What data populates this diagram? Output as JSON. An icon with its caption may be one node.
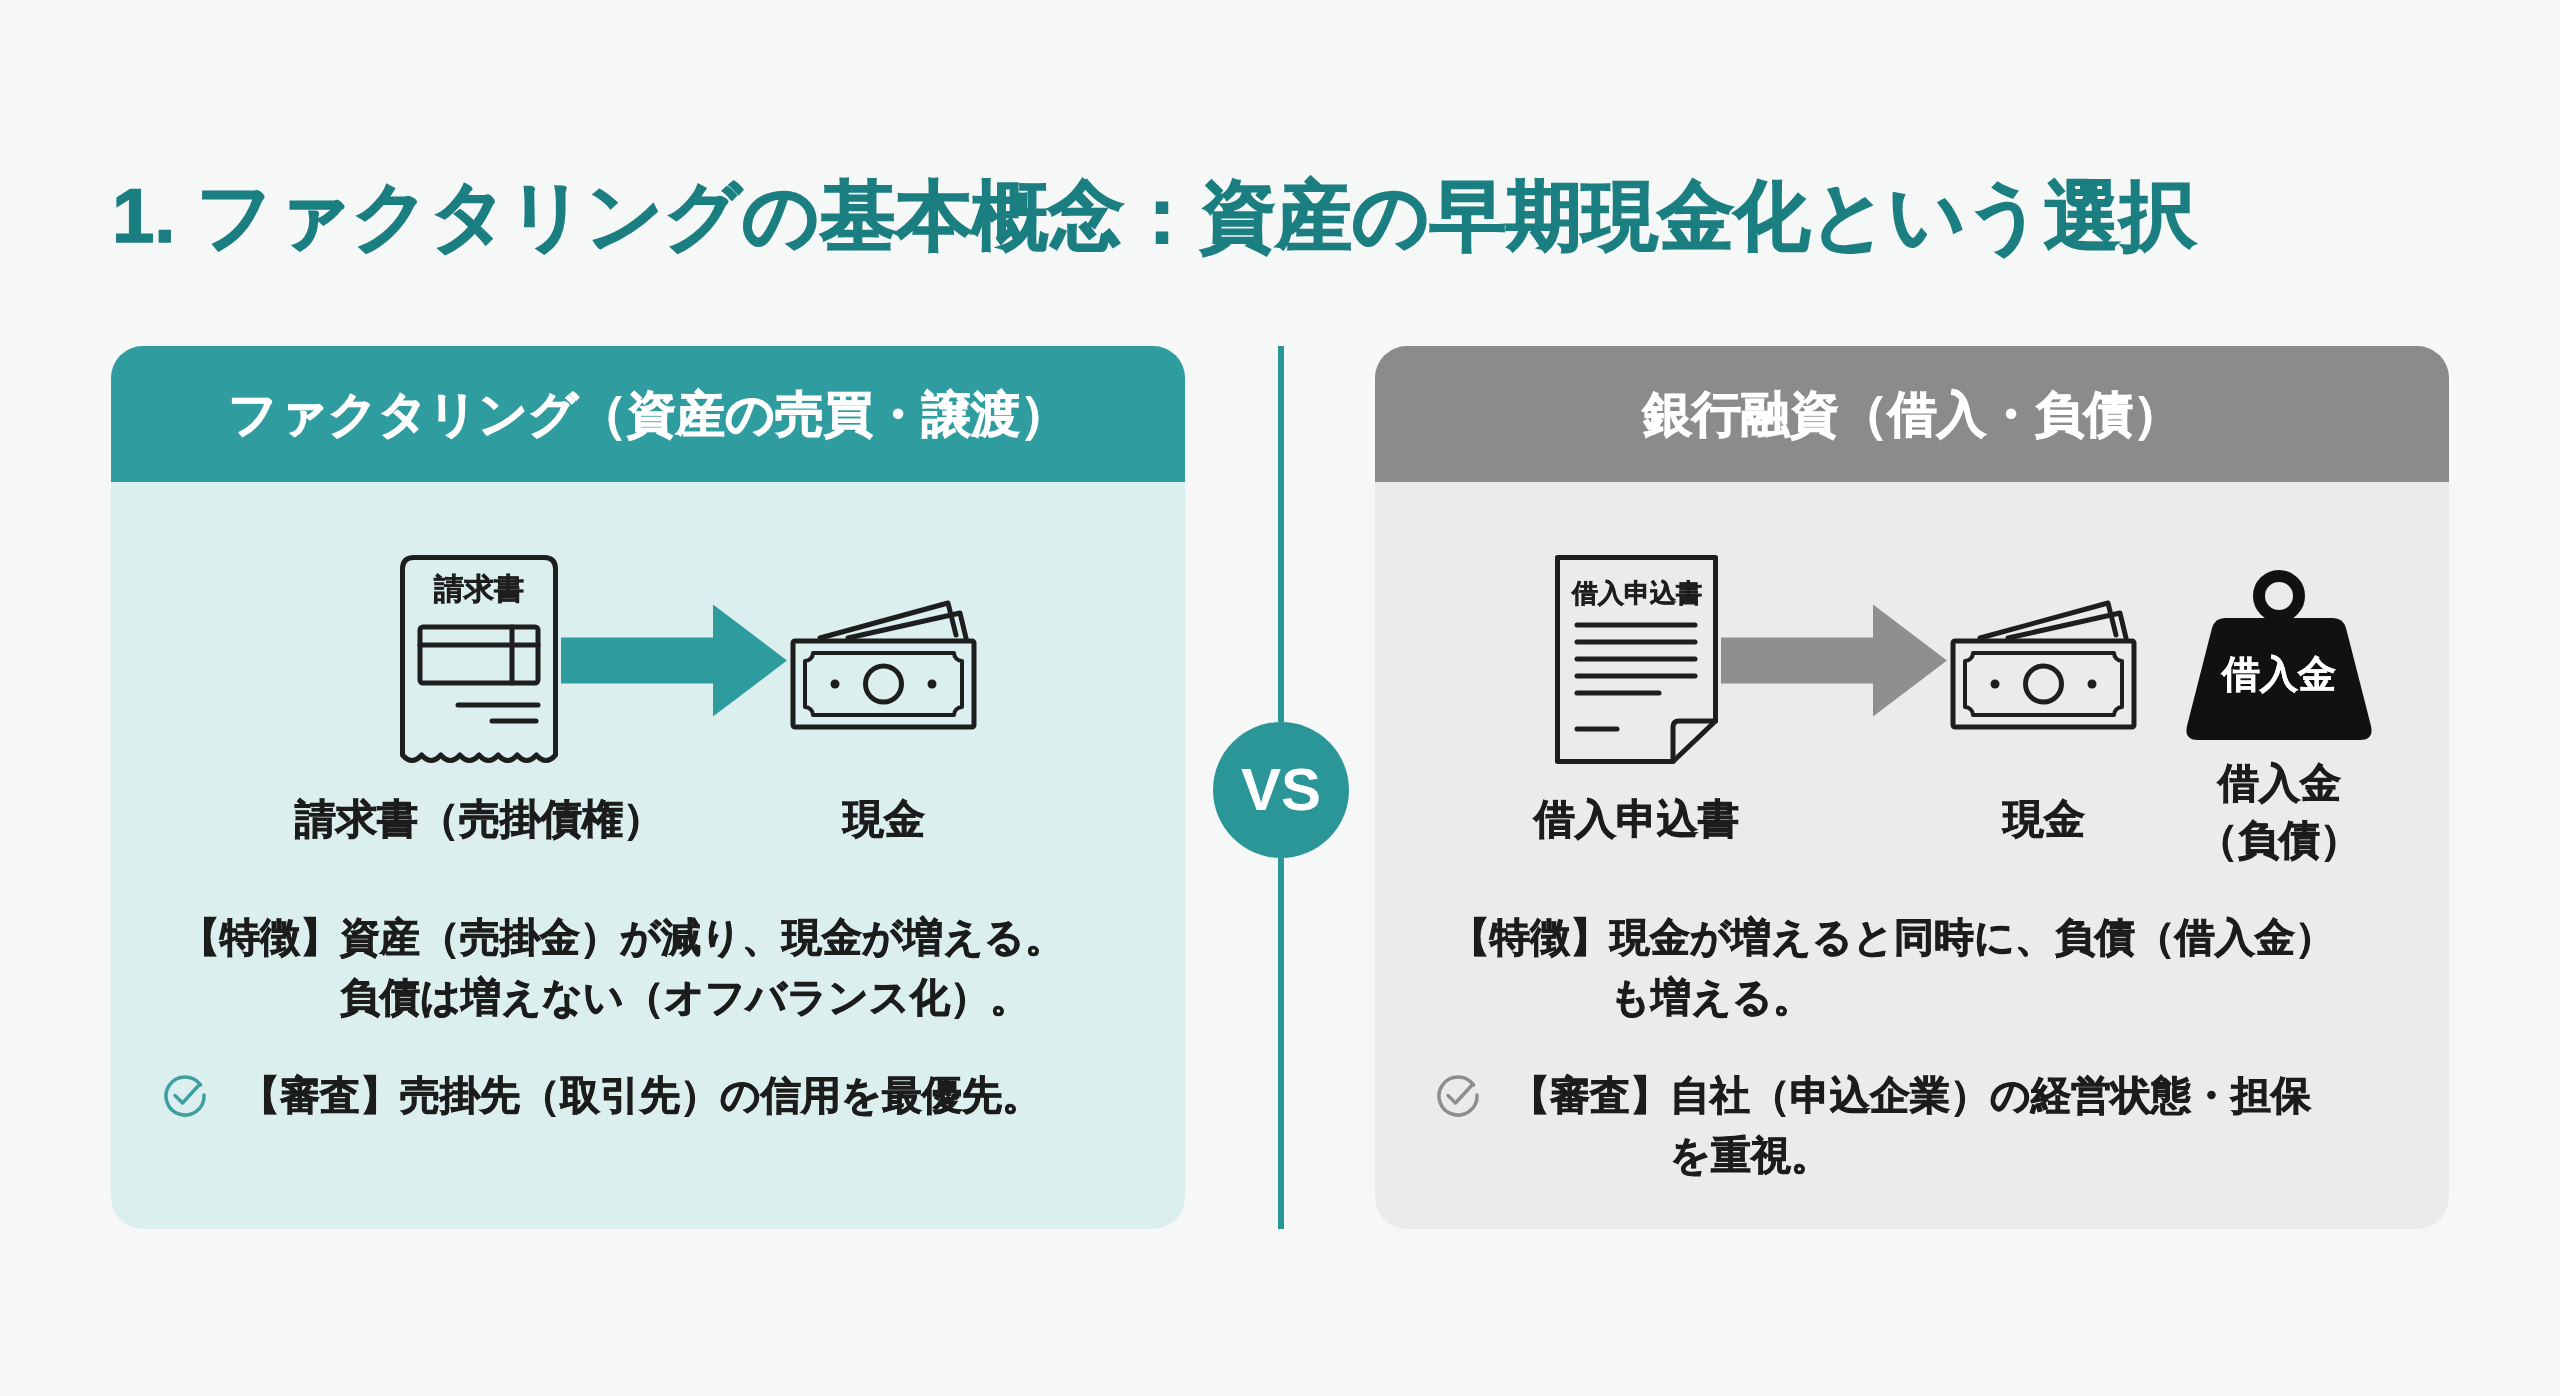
{
  "diagram": {
    "title": "1. ファクタリングの基本概念：資産の早期現金化という選択",
    "nodes": [
      {
        "text": [
          "ファクタリング（資産の売買・譲渡）",
          "【特徴】資産（売掛金）が減り、現金が増える。負債は増えない（オフバランス化）。",
          "【審査】売掛先（取引先）の信用を最優先。"
        ]
      },
      {
        "text": [
          "請求書"
        ],
        "beside": [
          "請求書（売掛債権）"
        ],
        "in": 0
      },
      {
        "text": [],
        "shape": "picture",
        "beside": [
          "現金"
        ],
        "in": 0
      },
      {
        "text": [
          "VS"
        ]
      },
      {
        "text": [
          "銀行融資（借入・負債）",
          "【特徴】現金が増えると同時に、負債（借入金）も増える。",
          "【審査】自社（申込企業）の経営状態・担保を重視。"
        ]
      },
      {
        "text": [
          "借入申込書"
        ],
        "beside": [
          "借入申込書"
        ],
        "in": 4
      },
      {
        "text": [],
        "shape": "picture",
        "beside": [
          "現金"
        ],
        "in": 4
      },
      {
        "text": [
          "借入金"
        ],
        "beside": [
          "借入金（負債）"
        ],
        "in": 4
      }
    ],
    "edges": [
      {
        "from": 1,
        "to": 2,
        "arrow": "to",
        "color": "#2e9c9e"
      },
      {
        "from": 5,
        "to": 6,
        "arrow": "to",
        "color": "#8f8f8f"
      }
    ]
  }
}
